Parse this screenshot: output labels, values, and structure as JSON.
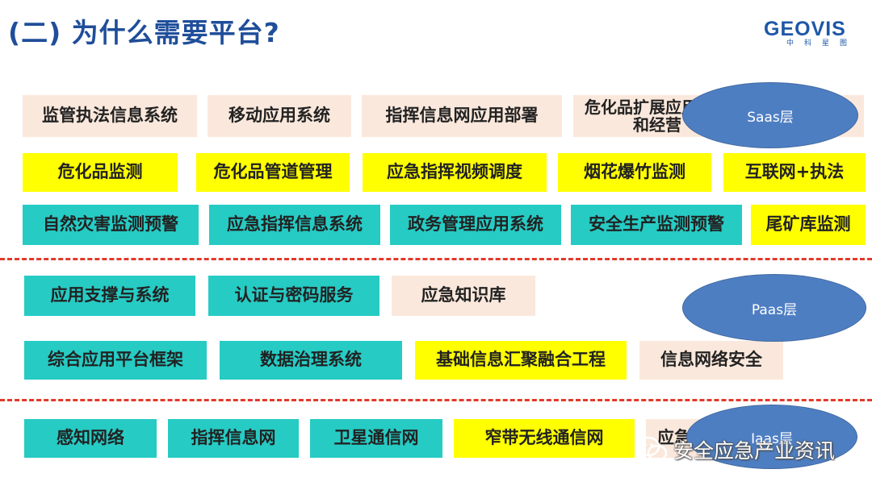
{
  "slide": {
    "title": "(二) 为什么需要平台?",
    "logo": {
      "name": "GEOVIS",
      "subtitle": "中科星图"
    },
    "saas": {
      "label": "Saas层",
      "row1": [
        "监管执法信息系统",
        "移动应用系统",
        "指挥信息网应用部署",
        "危化品扩展应用系统\n和经营"
      ],
      "row2": [
        "危化品监测",
        "危化品管道管理",
        "应急指挥视频调度",
        "烟花爆竹监测",
        "互联网+执法"
      ],
      "row3": [
        "自然灾害监测预警",
        "应急指挥信息系统",
        "政务管理应用系统",
        "安全生产监测预警",
        "尾矿库监测"
      ]
    },
    "paas": {
      "label": "Paas层",
      "row1": [
        "应用支撑与系统",
        "认证与密码服务",
        "应急知识库"
      ],
      "row2": [
        "综合应用平台框架",
        "数据治理系统",
        "基础信息汇聚融合工程",
        "信息网络安全"
      ]
    },
    "iaas": {
      "label": "Iaas层",
      "row1": [
        "感知网络",
        "指挥信息网",
        "卫星通信网",
        "窄带无线通信网",
        "应急"
      ]
    },
    "watermark": "安全应急产业资讯",
    "colors": {
      "beige": "#fbe8dc",
      "yellow": "#ffff00",
      "teal": "#26cbc4",
      "ellipse": "#4e7ec2",
      "divider": "#e13a2b",
      "title": "#1f4e9a"
    }
  }
}
